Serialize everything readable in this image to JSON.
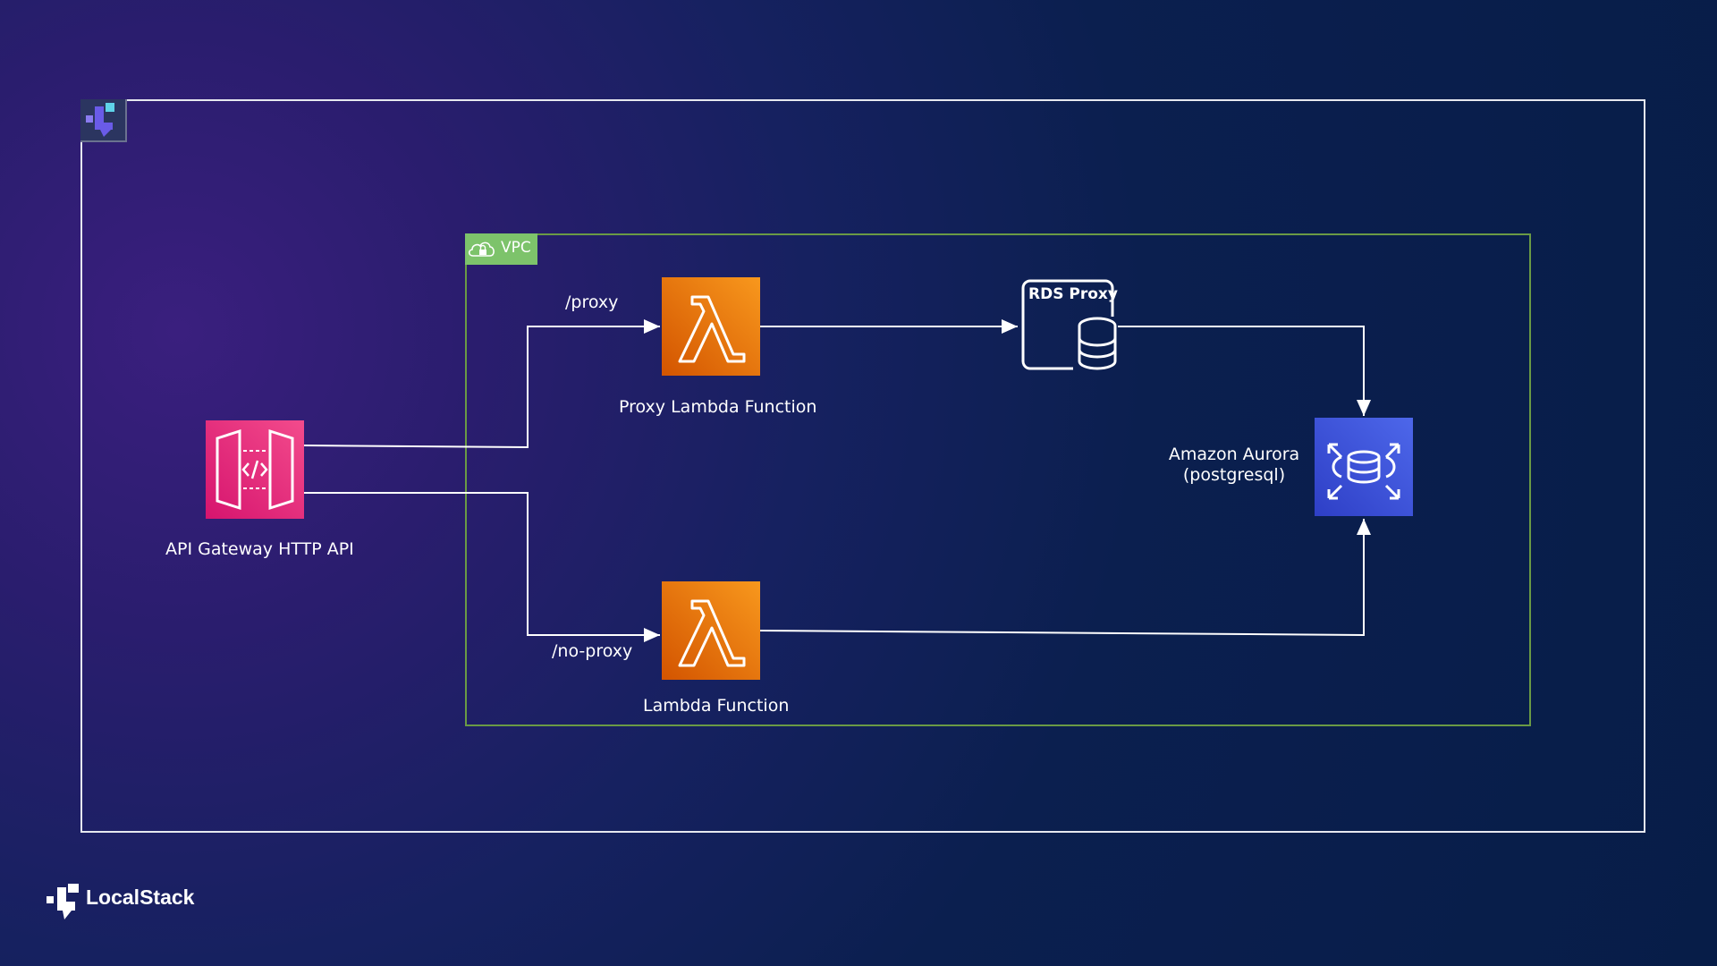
{
  "diagram": {
    "vpc_label": "VPC",
    "nodes": {
      "api_gateway": {
        "label": "API Gateway HTTP API"
      },
      "proxy_lambda": {
        "label": "Proxy Lambda Function"
      },
      "lambda": {
        "label": "Lambda Function"
      },
      "rds_proxy": {
        "label": "RDS Proxy"
      },
      "aurora": {
        "label_line1": "Amazon Aurora",
        "label_line2": "(postgresql)"
      }
    },
    "edges": {
      "proxy_route": "/proxy",
      "no_proxy_route": "/no-proxy"
    }
  },
  "footer": {
    "brand": "LocalStack"
  },
  "colors": {
    "api_gateway": "#e7157b",
    "lambda": "#f58534",
    "aurora": "#3f51d9",
    "vpc_border": "#6a9a45",
    "vpc_tag": "#7dc36b"
  }
}
